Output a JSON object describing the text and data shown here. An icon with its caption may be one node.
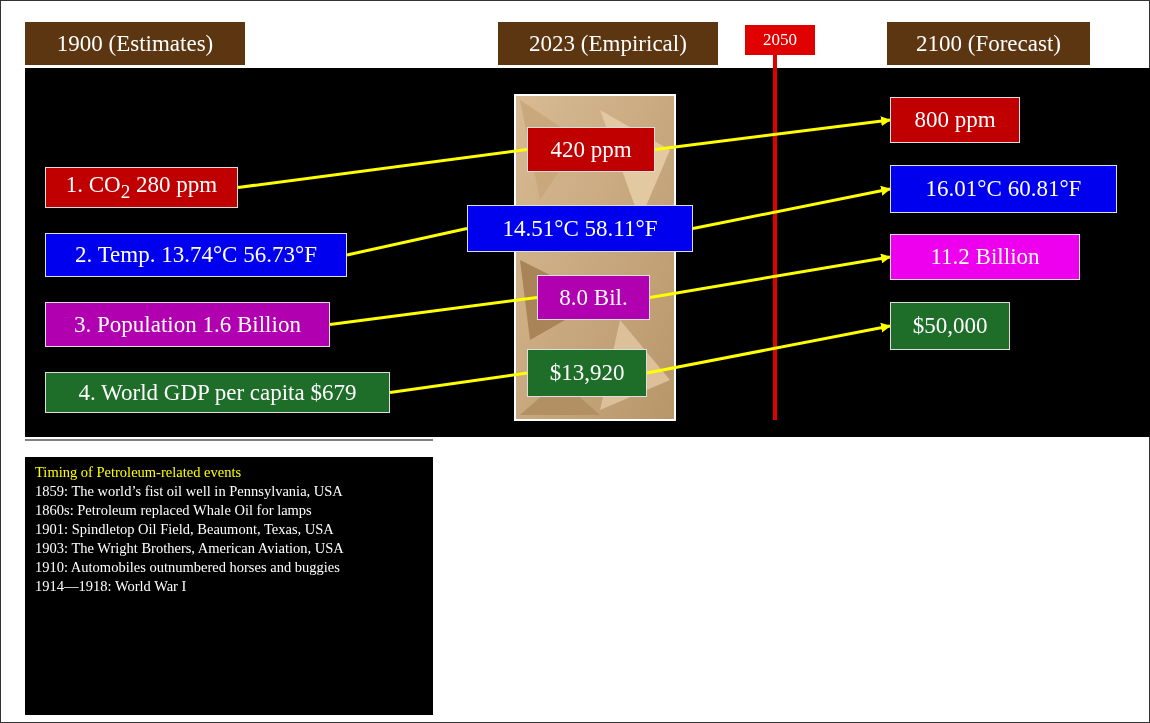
{
  "diagram": {
    "nodes": [
      {
        "text": [
          "1900 (Estimates)"
        ]
      },
      {
        "text": [
          "2023 (Empirical)"
        ]
      },
      {
        "text": [
          "2050"
        ]
      },
      {
        "text": [
          "2100 (Forecast)"
        ]
      },
      {
        "text": [
          "1. CO$_{2}$ 280 ppm"
        ]
      },
      {
        "text": [
          "2. Temp. 13.74°C 56.73°F"
        ]
      },
      {
        "text": [
          "3. Population 1.6 Billion"
        ]
      },
      {
        "text": [
          "4. World GDP per capita $679"
        ]
      },
      {
        "text": [
          "420 ppm"
        ]
      },
      {
        "text": [
          "14.51°C 58.11°F"
        ]
      },
      {
        "text": [
          "8.0 Bil."
        ]
      },
      {
        "text": [
          "$13,920"
        ]
      },
      {
        "text": [
          "800 ppm"
        ]
      },
      {
        "text": [
          "16.01°C 60.81°F"
        ]
      },
      {
        "text": [
          "11.2 Billion"
        ]
      },
      {
        "text": [
          "$50,000"
        ]
      },
      {
        "text": [
          "Timing of Petroleum-related events",
          "1859: The world’s fist oil well in Pennsylvania, USA",
          "1860s: Petroleum replaced Whale Oil for lamps",
          "1901: Spindletop Oil Field, Beaumont, Texas, USA",
          "1903: The Wright Brothers, American Aviation, USA",
          "1910:  Automobiles outnumbered horses and buggies",
          "1914—1918: World War I"
        ]
      }
    ],
    "edges": [
      {
        "from": 4,
        "to": 8,
        "arrow": "none"
      },
      {
        "from": 5,
        "to": 9,
        "arrow": "none"
      },
      {
        "from": 6,
        "to": 10,
        "arrow": "none"
      },
      {
        "from": 7,
        "to": 11,
        "arrow": "none"
      },
      {
        "from": 8,
        "to": 12,
        "arrow": "to"
      },
      {
        "from": 9,
        "to": 13,
        "arrow": "to"
      },
      {
        "from": 10,
        "to": 14,
        "arrow": "to"
      },
      {
        "from": 11,
        "to": 15,
        "arrow": "to"
      }
    ]
  }
}
